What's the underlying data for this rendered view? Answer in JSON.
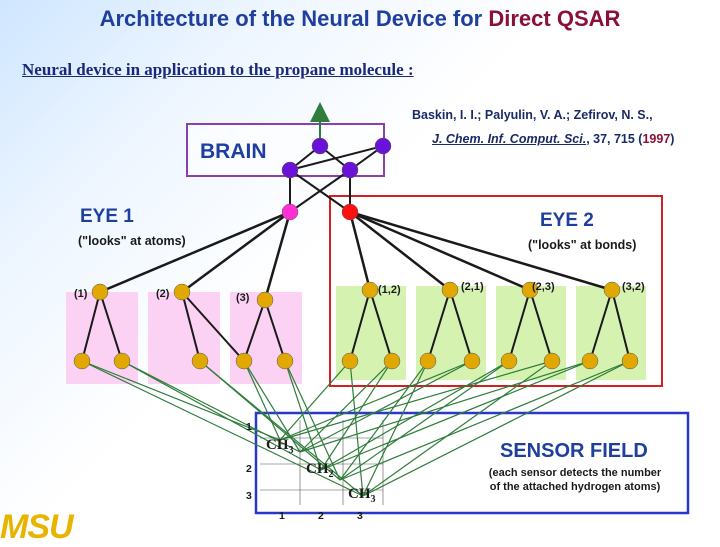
{
  "title": {
    "main": "Architecture of the Neural Device for",
    "accent": "Direct QSAR"
  },
  "subtitle": "Neural device in application to the propane molecule :",
  "reference": {
    "authors": "Baskin, I. I.; Palyulin, V. A.; Zefirov, N. S.,",
    "journal": "J. Chem. Inf. Comput. Sci.",
    "volume_pages": ", 37, 715 (",
    "year": "1997",
    "close": ")"
  },
  "brain": {
    "label": "BRAIN"
  },
  "eye1": {
    "label": "EYE 1",
    "sub": "(\"looks\" at atoms)",
    "panels": [
      "(1)",
      "(2)",
      "(3)"
    ]
  },
  "eye2": {
    "label": "EYE 2",
    "sub": "(\"looks\" at bonds)",
    "panels": [
      "(1,2)",
      "(2,1)",
      "(2,3)",
      "(3,2)"
    ]
  },
  "sensor_field": {
    "label": "SENSOR FIELD",
    "desc_line1": "(each sensor detects the number",
    "desc_line2": "of the attached hydrogen atoms)",
    "row_labels": [
      "1",
      "2",
      "3"
    ],
    "col_labels": [
      "1",
      "2",
      "3"
    ],
    "molecule": [
      {
        "base": "CH",
        "sub": "3"
      },
      {
        "base": "CH",
        "sub": "2"
      },
      {
        "base": "CH",
        "sub": "3"
      }
    ]
  },
  "logo": "MSU",
  "colors": {
    "title": "#1f3f9e",
    "accent": "#8b0f36",
    "brain_border": "#8a3fb0",
    "eye1_panel": "#fbd2f4",
    "eye2_panel": "#d6f2b0",
    "eye2_border": "#d02020",
    "sensor_border": "#2838c8",
    "node_leaf": "#e0a800",
    "node_eye1": "#ff2fd6",
    "node_eye2": "#ff1010",
    "node_brain": "#6a12d8",
    "line_dark": "#1a1a1a",
    "line_green": "#2f7d3a"
  }
}
